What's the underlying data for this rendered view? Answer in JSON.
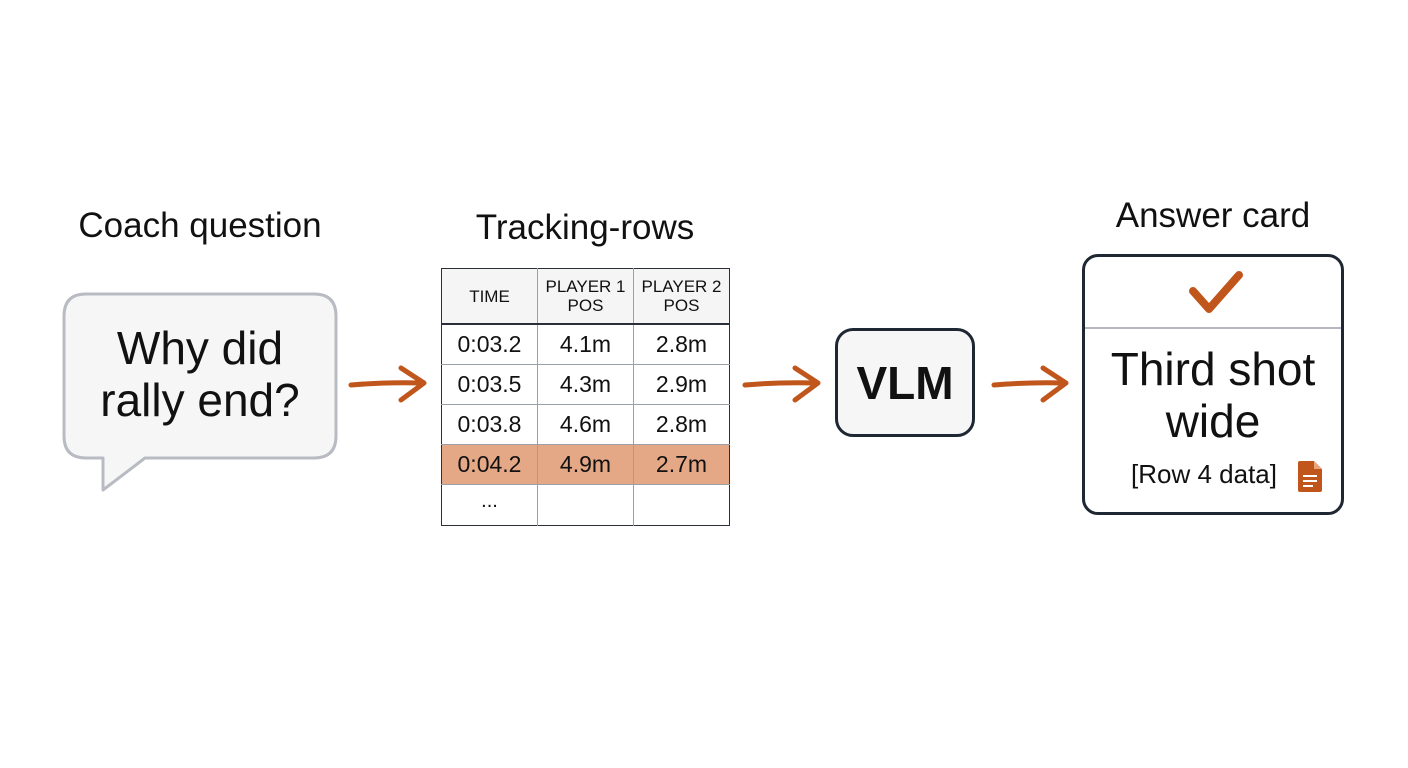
{
  "question": {
    "heading": "Coach question",
    "bubble_line1": "Why did",
    "bubble_line2": "rally end?"
  },
  "tracking": {
    "heading": "Tracking-rows",
    "columns": [
      {
        "line1": "TIME",
        "line2": ""
      },
      {
        "line1": "PLAYER 1",
        "line2": "POS"
      },
      {
        "line1": "PLAYER 2",
        "line2": "POS"
      }
    ],
    "rows": [
      [
        "0:03.2",
        "4.1m",
        "2.8m"
      ],
      [
        "0:03.5",
        "4.3m",
        "2.9m"
      ],
      [
        "0:03.8",
        "4.6m",
        "2.8m"
      ],
      [
        "0:04.2",
        "4.9m",
        "2.7m"
      ]
    ],
    "highlighted_row": 3,
    "ellipsis": "..."
  },
  "model": {
    "label": "VLM"
  },
  "answer": {
    "heading": "Answer card",
    "line1": "Third shot",
    "line2": "wide",
    "reference": "[Row 4 data]",
    "check_icon": "checkmark-icon",
    "doc_icon": "document-icon"
  },
  "colors": {
    "accent": "#c0561b",
    "highlight": "#e5a886",
    "border_dark": "#1f2733",
    "bubble_border": "#b8bcc2"
  }
}
